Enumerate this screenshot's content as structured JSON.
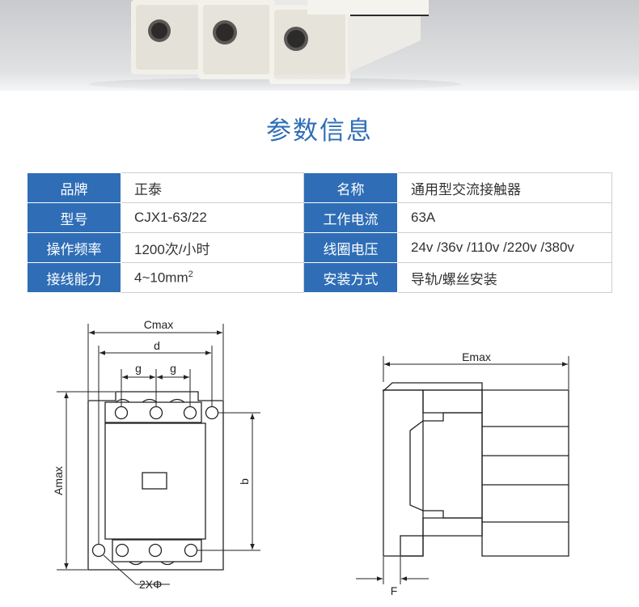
{
  "section_title": "参数信息",
  "specs": {
    "rows": [
      [
        {
          "label": "品牌",
          "value": "正泰"
        },
        {
          "label": "名称",
          "value": "通用型交流接触器"
        }
      ],
      [
        {
          "label": "型号",
          "value": "CJX1-63/22"
        },
        {
          "label": "工作电流",
          "value": "63A"
        }
      ],
      [
        {
          "label": "操作频率",
          "value": "1200次/小时"
        },
        {
          "label": "线圈电压",
          "value": "24v /36v /110v /220v /380v"
        }
      ],
      [
        {
          "label": "接线能力",
          "value": "4~10mm",
          "value_sup": "2"
        },
        {
          "label": "安装方式",
          "value": "导轨/螺丝安装"
        }
      ]
    ]
  },
  "front_view": {
    "dim_cmax": "Cmax",
    "dim_d": "d",
    "dim_g1": "g",
    "dim_g2": "g",
    "dim_amax": "Amax",
    "dim_b": "b",
    "hole_note": "2XΦ"
  },
  "side_view": {
    "dim_emax": "Emax",
    "dim_f": "F"
  },
  "colors": {
    "accent": "#2f6eb6",
    "label_text": "#ffffff",
    "value_text": "#333333"
  }
}
